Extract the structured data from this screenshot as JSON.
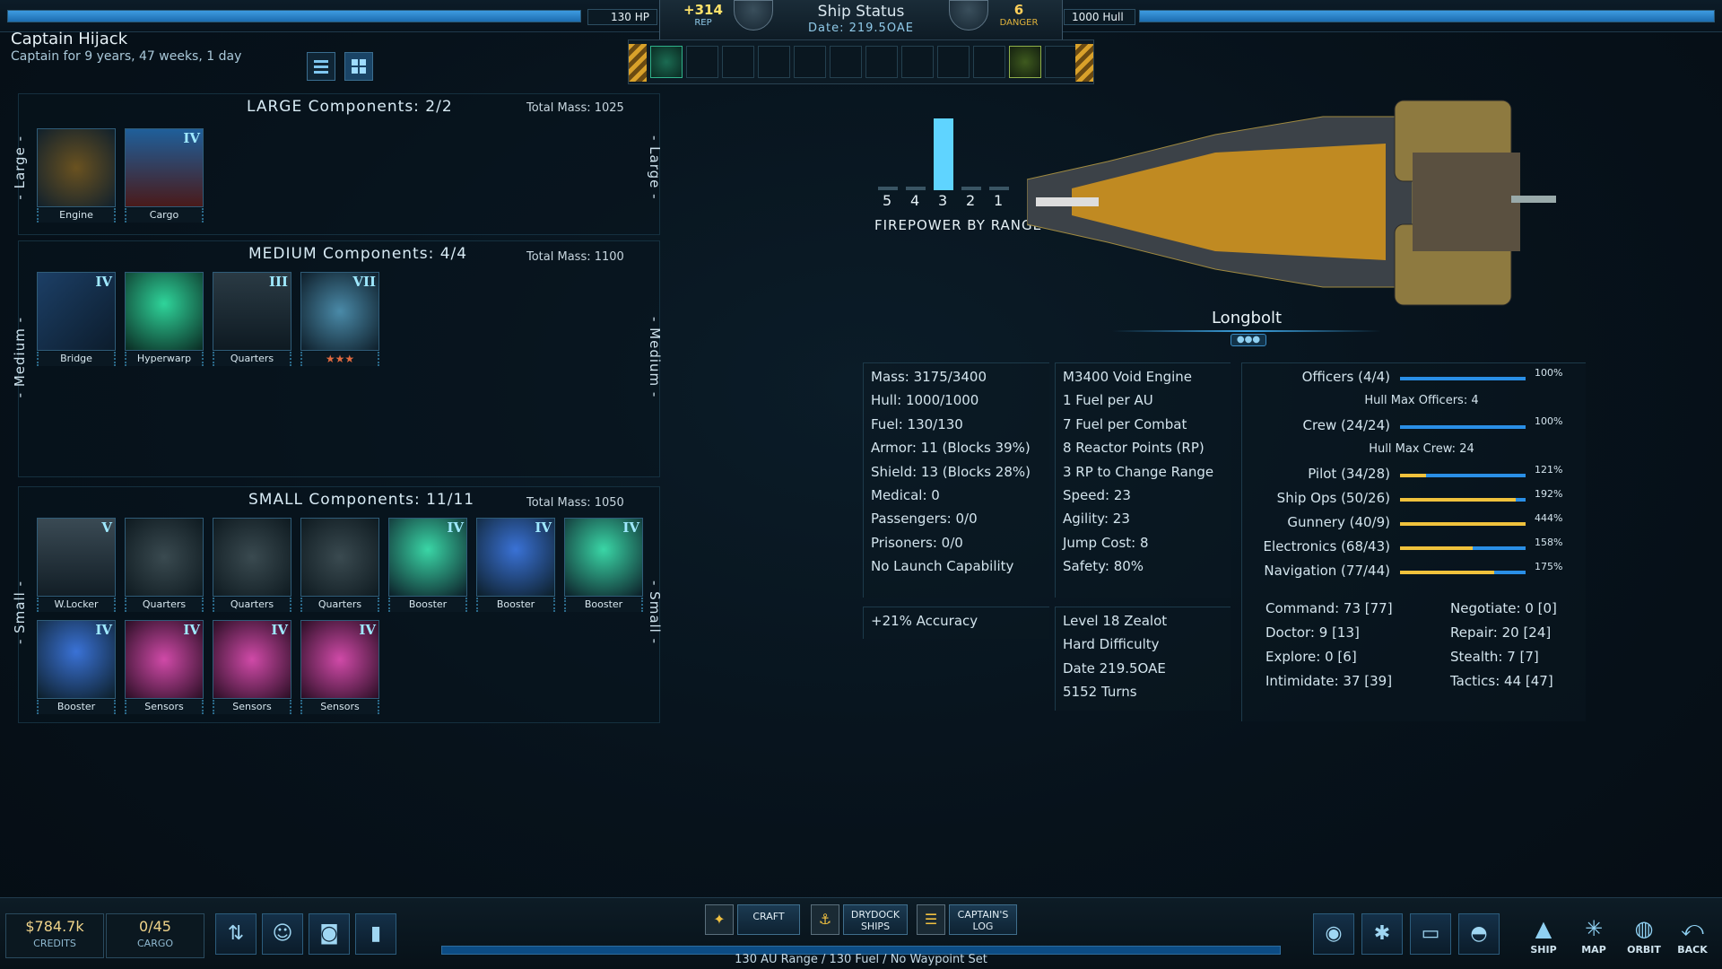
{
  "top": {
    "hp_label": "130 HP",
    "hp_fraction": 1.0,
    "hull_label": "1000 Hull",
    "hull_fraction": 1.0,
    "rep_value": "+314",
    "rep_label": "REP",
    "danger_value": "6",
    "danger_label": "DANGER",
    "status_title": "Ship Status",
    "status_date": "Date: 219.5OAE"
  },
  "captain": {
    "name": "Captain Hijack",
    "tenure": "Captain for 9 years, 47 weeks, 1 day"
  },
  "large": {
    "title": "LARGE Components: 2/2",
    "mass": "Total Mass: 1025",
    "side": "- Large -",
    "items": [
      {
        "label": "Engine",
        "tier": ""
      },
      {
        "label": "Cargo",
        "tier": "IV"
      }
    ]
  },
  "medium": {
    "title": "MEDIUM Components: 4/4",
    "mass": "Total Mass: 1100",
    "side": "- Medium -",
    "items": [
      {
        "label": "Bridge",
        "tier": "IV"
      },
      {
        "label": "Hyperwarp",
        "tier": ""
      },
      {
        "label": "Quarters",
        "tier": "III"
      },
      {
        "label": "",
        "tier": "VII",
        "stars": "★★★"
      }
    ]
  },
  "small": {
    "title": "SMALL Components: 11/11",
    "mass": "Total Mass: 1050",
    "side": "- Small -",
    "items": [
      {
        "label": "W.Locker",
        "tier": "V"
      },
      {
        "label": "Quarters",
        "tier": ""
      },
      {
        "label": "Quarters",
        "tier": ""
      },
      {
        "label": "Quarters",
        "tier": ""
      },
      {
        "label": "Booster",
        "tier": "IV"
      },
      {
        "label": "Booster",
        "tier": "IV"
      },
      {
        "label": "Booster",
        "tier": "IV"
      },
      {
        "label": "Booster",
        "tier": "IV"
      },
      {
        "label": "Sensors",
        "tier": "IV"
      },
      {
        "label": "Sensors",
        "tier": "IV"
      },
      {
        "label": "Sensors",
        "tier": "IV"
      }
    ]
  },
  "firepower": {
    "title": "FIREPOWER BY RANGE",
    "ranges": [
      "5",
      "4",
      "3",
      "2",
      "1"
    ],
    "values": [
      0,
      0,
      1,
      0,
      0
    ]
  },
  "ship": {
    "name": "Longbolt"
  },
  "stats_a": [
    "Mass: 3175/3400",
    "Hull: 1000/1000",
    "Fuel: 130/130",
    "Armor: 11 (Blocks 39%)",
    "Shield: 13 (Blocks 28%)",
    "Medical: 0",
    "Passengers: 0/0",
    "Prisoners: 0/0",
    "No Launch Capability"
  ],
  "stats_b": [
    "M3400 Void Engine",
    "1 Fuel per AU",
    "7 Fuel per Combat",
    "8 Reactor Points (RP)",
    "3 RP to Change Range",
    "Speed: 23",
    "Agility: 23",
    "Jump Cost: 8",
    "Safety: 80%"
  ],
  "bonus": "+21% Accuracy",
  "info": [
    "Level 18 Zealot",
    "Hard Difficulty",
    "Date 219.5OAE",
    "5152 Turns"
  ],
  "crew": {
    "officers": {
      "label": "Officers (4/4)",
      "pct": "100%",
      "fill": 1.0,
      "sub": "Hull Max Officers: 4"
    },
    "crew": {
      "label": "Crew (24/24)",
      "pct": "100%",
      "fill": 1.0,
      "sub": "Hull Max Crew: 24"
    },
    "skills": [
      {
        "label": "Pilot (34/28)",
        "pct": "121%",
        "fill": 0.21
      },
      {
        "label": "Ship Ops (50/26)",
        "pct": "192%",
        "fill": 0.92
      },
      {
        "label": "Gunnery (40/9)",
        "pct": "444%",
        "fill": 1.0
      },
      {
        "label": "Electronics (68/43)",
        "pct": "158%",
        "fill": 0.58
      },
      {
        "label": "Navigation (77/44)",
        "pct": "175%",
        "fill": 0.75
      }
    ]
  },
  "attrs_left": [
    "Command: 73 [77]",
    "Doctor: 9 [13]",
    "Explore: 0 [6]",
    "Intimidate: 37 [39]"
  ],
  "attrs_right": [
    "Negotiate: 0 [0]",
    "Repair: 20 [24]",
    "Stealth: 7 [7]",
    "Tactics: 44 [47]"
  ],
  "bottom": {
    "credits_value": "$784.7k",
    "credits_label": "CREDITS",
    "cargo_value": "0/45",
    "cargo_label": "CARGO",
    "craft": "CRAFT",
    "drydock": "DRYDOCK SHIPS",
    "log": "CAPTAIN'S LOG",
    "route_text": "130 AU Range / 130 Fuel / No Waypoint Set",
    "nav": [
      "SHIP",
      "MAP",
      "ORBIT",
      "BACK"
    ]
  },
  "colors": {
    "accent": "#3d9be0",
    "skill_bar": "#2a8fe6",
    "skill_fill": "#f0c23c",
    "firepower": "#5fd4ff"
  }
}
